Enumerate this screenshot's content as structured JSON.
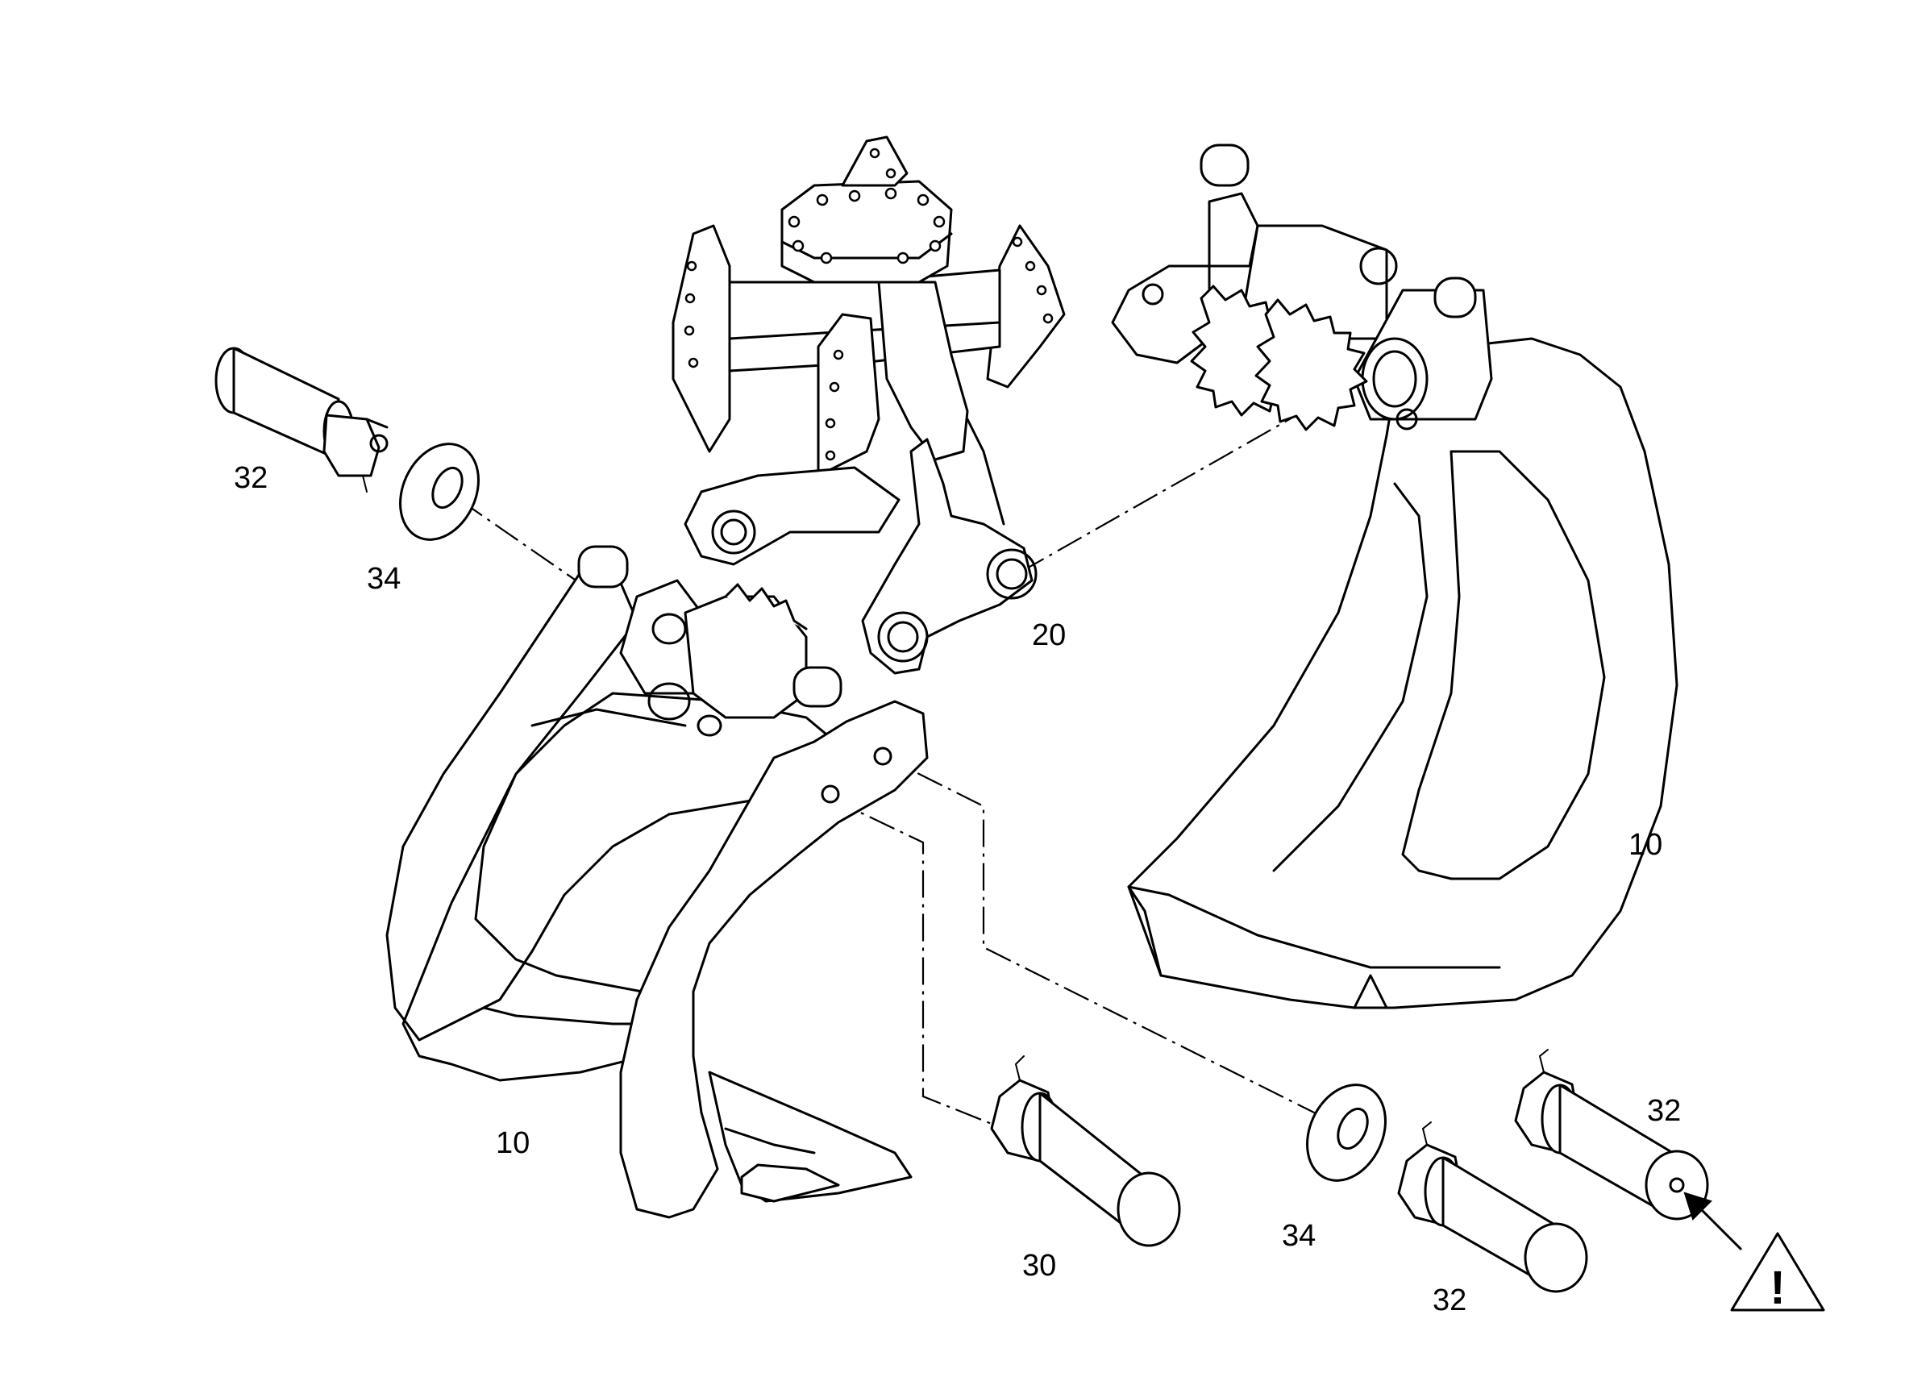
{
  "callouts": {
    "c32_upper_left": "32",
    "c34_left": "34",
    "c20": "20",
    "c10_right": "10",
    "c10_left": "10",
    "c30": "30",
    "c34_right": "34",
    "c32_bottom": "32",
    "c32_right": "32"
  },
  "warning": {
    "symbol": "!",
    "icon": "warning-triangle-icon"
  },
  "colors": {
    "line": "#000000",
    "background": "#ffffff"
  }
}
